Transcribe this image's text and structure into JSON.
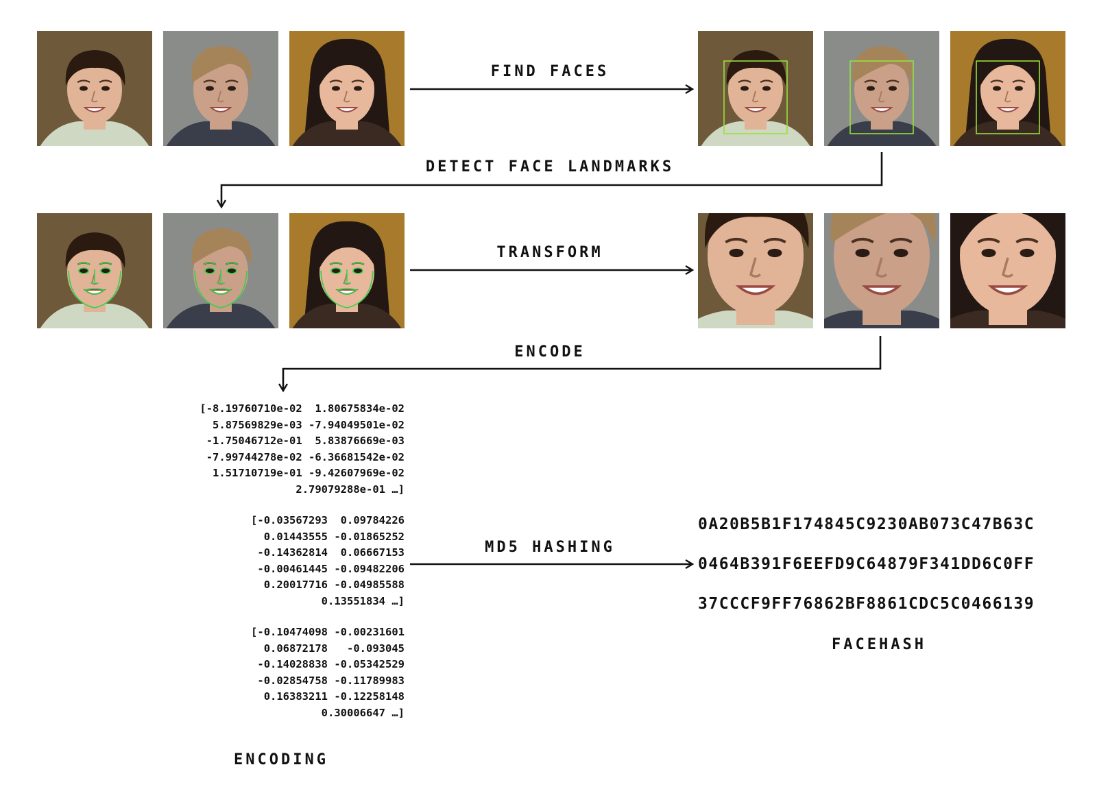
{
  "stages": {
    "find_faces": "FIND FACES",
    "detect_landmarks": "DETECT FACE LANDMARKS",
    "transform": "TRANSFORM",
    "encode": "ENCODE",
    "md5_hashing": "MD5 HASHING"
  },
  "encodings": [
    [
      "[-8.19760710e-02  1.80675834e-02",
      "5.87569829e-03 -7.94049501e-02",
      "-1.75046712e-01  5.83876669e-03",
      "-7.99744278e-02 -6.36681542e-02",
      "1.51710719e-01 -9.42607969e-02",
      "2.79079288e-01 …]"
    ],
    [
      "[-0.03567293  0.09784226",
      "0.01443555 -0.01865252",
      "-0.14362814  0.06667153",
      "-0.00461445 -0.09482206",
      "0.20017716 -0.04985588",
      "0.13551834 …]"
    ],
    [
      "[-0.10474098 -0.00231601",
      "0.06872178   -0.093045",
      "-0.14028838 -0.05342529",
      "-0.02854758 -0.11789983",
      "0.16383211 -0.12258148",
      "0.30006647 …]"
    ]
  ],
  "encoding_caption": "ENCODING",
  "hashes": [
    "0A20B5B1F174845C9230AB073C47B63C",
    "0464B391F6EEFD9C64879F341DD6C0FF",
    "37CCCF9FF76862BF8861CDC5C0466139"
  ],
  "hash_caption": "FACEHASH",
  "colors": {
    "box": "#9adf3a",
    "landmarks": "#2fd34a",
    "ink": "#111111"
  },
  "people": [
    {
      "icon": "child-face-photo",
      "bg": "#6e5a3a",
      "skin": "#e2b497",
      "hair": "#2b1a10",
      "shirt": "#cfd8c2"
    },
    {
      "icon": "man-face-photo",
      "bg": "#8a8c8a",
      "skin": "#caa089",
      "hair": "#a6845a",
      "shirt": "#3a3d4a"
    },
    {
      "icon": "woman-face-photo",
      "bg": "#a77a2c",
      "skin": "#e8b89c",
      "hair": "#221712",
      "shirt": "#3b2a22"
    }
  ]
}
